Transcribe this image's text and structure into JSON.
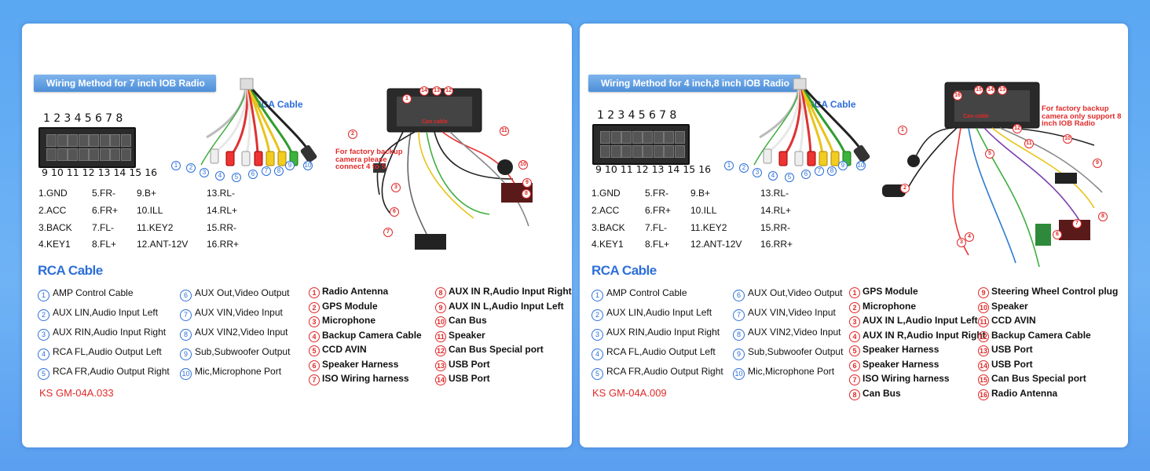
{
  "left": {
    "header": "Wiring Method for 7 inch IOB Radio",
    "pin_numbers_top": [
      "1",
      "2",
      "3",
      "4",
      "5",
      "6",
      "7",
      "8"
    ],
    "pin_numbers_bottom": "9 10 11 12 13 14 15 16",
    "pins": [
      [
        "1.GND",
        "5.FR-",
        "9.B+",
        "13.RL-"
      ],
      [
        "2.ACC",
        "6.FR+",
        "10.ILL",
        "14.RL+"
      ],
      [
        "3.BACK",
        "7.FL-",
        "11.KEY2",
        "15.RR-"
      ],
      [
        "4.KEY1",
        "8.FL+",
        "12.ANT-12V",
        "16.RR+"
      ]
    ],
    "rca_cable_label": "RCA Cable",
    "rca_title": "RCA Cable",
    "rca_items": [
      {
        "n": "1",
        "text": "AMP Control Cable"
      },
      {
        "n": "6",
        "text": "AUX Out,Video Output"
      },
      {
        "n": "2",
        "text": "AUX LIN,Audio Input Left"
      },
      {
        "n": "7",
        "text": "AUX VIN,Video Input"
      },
      {
        "n": "3",
        "text": "AUX RIN,Audio Input Right"
      },
      {
        "n": "8",
        "text": "AUX VIN2,Video Input"
      },
      {
        "n": "4",
        "text": "RCA FL,Audio Output Left"
      },
      {
        "n": "9",
        "text": "Sub,Subwoofer Output"
      },
      {
        "n": "5",
        "text": "RCA FR,Audio Output Right"
      },
      {
        "n": "10",
        "text": "Mic,Microphone Port"
      }
    ],
    "harness_items_a": [
      {
        "n": "1",
        "text": "Radio Antenna"
      },
      {
        "n": "2",
        "text": "GPS Module"
      },
      {
        "n": "3",
        "text": "Microphone"
      },
      {
        "n": "4",
        "text": "Backup Camera Cable"
      },
      {
        "n": "5",
        "text": "CCD AVIN"
      },
      {
        "n": "6",
        "text": "Speaker Harness"
      },
      {
        "n": "7",
        "text": "ISO Wiring harness"
      }
    ],
    "harness_items_b": [
      {
        "n": "8",
        "text": "AUX IN R,Audio Input Right"
      },
      {
        "n": "9",
        "text": "AUX IN L,Audio Input Left"
      },
      {
        "n": "10",
        "text": "Can Bus"
      },
      {
        "n": "11",
        "text": "Speaker"
      },
      {
        "n": "12",
        "text": "Can Bus Special port"
      },
      {
        "n": "13",
        "text": "USB Port"
      },
      {
        "n": "14",
        "text": "USB Port"
      }
    ],
    "note": "For factory backup camera please connect 4 to 5",
    "model": "KS GM-04A.033",
    "can_label": "Can cable"
  },
  "right": {
    "header": "Wiring Method for 4 inch,8 inch IOB Radio",
    "pin_numbers_top": [
      "1",
      "2",
      "3",
      "4",
      "5",
      "6",
      "7",
      "8"
    ],
    "pin_numbers_bottom": "9 10 11 12 13 14 15 16",
    "pins": [
      [
        "1.GND",
        "5.FR-",
        "9.B+",
        "13.RL-"
      ],
      [
        "2.ACC",
        "6.FR+",
        "10.ILL",
        "14.RL+"
      ],
      [
        "3.BACK",
        "7.FL-",
        "11.KEY2",
        "15.RR-"
      ],
      [
        "4.KEY1",
        "8.FL+",
        "12.ANT-12V",
        "16.RR+"
      ]
    ],
    "rca_cable_label": "RCA Cable",
    "rca_title": "RCA Cable",
    "rca_items": [
      {
        "n": "1",
        "text": "AMP Control Cable"
      },
      {
        "n": "6",
        "text": "AUX Out,Video Output"
      },
      {
        "n": "2",
        "text": "AUX LIN,Audio Input Left"
      },
      {
        "n": "7",
        "text": "AUX VIN,Video Input"
      },
      {
        "n": "3",
        "text": "AUX RIN,Audio Input Right"
      },
      {
        "n": "8",
        "text": "AUX VIN2,Video Input"
      },
      {
        "n": "4",
        "text": "RCA FL,Audio Output Left"
      },
      {
        "n": "9",
        "text": "Sub,Subwoofer Output"
      },
      {
        "n": "5",
        "text": "RCA FR,Audio Output Right"
      },
      {
        "n": "10",
        "text": "Mic,Microphone Port"
      }
    ],
    "harness_items_a": [
      {
        "n": "1",
        "text": "GPS Module"
      },
      {
        "n": "2",
        "text": "Microphone"
      },
      {
        "n": "3",
        "text": "AUX IN L,Audio Input Left"
      },
      {
        "n": "4",
        "text": "AUX IN R,Audio Input Right"
      },
      {
        "n": "5",
        "text": "Speaker Harness"
      },
      {
        "n": "6",
        "text": "Speaker Harness"
      },
      {
        "n": "7",
        "text": "ISO Wiring harness"
      },
      {
        "n": "8",
        "text": "Can Bus"
      }
    ],
    "harness_items_b": [
      {
        "n": "9",
        "text": "Steering Wheel Control plug"
      },
      {
        "n": "10",
        "text": "Speaker"
      },
      {
        "n": "11",
        "text": "CCD AVIN"
      },
      {
        "n": "12",
        "text": "Backup Camera Cable"
      },
      {
        "n": "13",
        "text": "USB Port"
      },
      {
        "n": "14",
        "text": "USB Port"
      },
      {
        "n": "15",
        "text": "Can Bus Special port"
      },
      {
        "n": "16",
        "text": "Radio Antenna"
      }
    ],
    "note": "For factory backup camera only support 8 inch IOB Radio",
    "model": "KS GM-04A.009",
    "can_label": "Can cable"
  },
  "colors": {
    "accent_blue": "#2d6fd8",
    "accent_red": "#e02a2a",
    "background": "#5aa7f2"
  }
}
